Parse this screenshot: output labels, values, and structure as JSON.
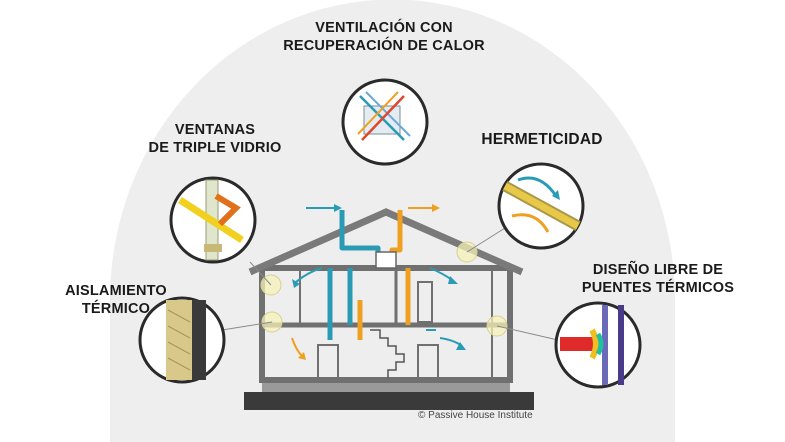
{
  "labels": {
    "ventilacion": [
      "VENTILACIÓN CON",
      "RECUPERACIÓN DE CALOR"
    ],
    "ventanas": [
      "VENTANAS",
      "DE TRIPLE VIDRIO"
    ],
    "hermeticidad": [
      "HERMETICIDAD"
    ],
    "aislamiento": [
      "AISLAMIENTO",
      "TÉRMICO"
    ],
    "puentes": [
      "DISEÑO LIBRE DE",
      "PUENTES TÉRMICOS"
    ]
  },
  "credit": "© Passive House Institute",
  "colors": {
    "background_dome": "#ececec",
    "house_outline": "#6f6f6f",
    "fresh_air": "#2a9bb5",
    "warm_air": "#f0a020",
    "ground": "#3a3a3a"
  }
}
